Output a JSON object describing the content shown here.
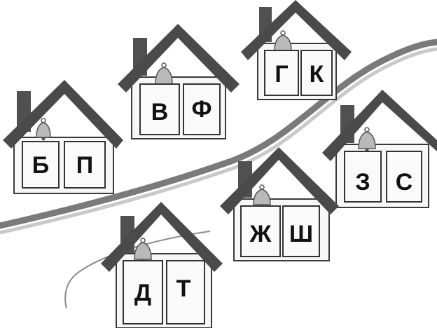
{
  "houses": [
    {
      "id": "bp",
      "left": "Б",
      "right": "П"
    },
    {
      "id": "vf",
      "left": "В",
      "right": "Ф"
    },
    {
      "id": "gk",
      "left": "Г",
      "right": "К"
    },
    {
      "id": "zs",
      "left": "З",
      "right": "С"
    },
    {
      "id": "zhsh",
      "left": "Ж",
      "right": "Ш"
    },
    {
      "id": "dt",
      "left": "Д",
      "right": "Т"
    }
  ],
  "colors": {
    "roof": "#4a4a4a",
    "chimney": "#505050",
    "wall": "#f7f7f7",
    "outline": "#3a3a3a",
    "bell": "#b9b9b9",
    "path": "#7a7a7a"
  }
}
